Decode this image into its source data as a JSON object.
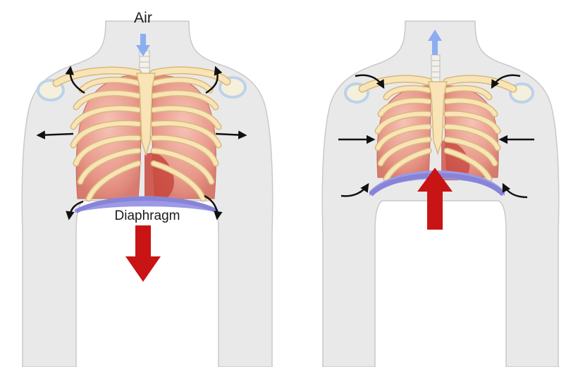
{
  "labels": {
    "air": "Air",
    "diaphragm": "Diaphragm"
  },
  "panels": [
    {
      "id": "inhalation",
      "diaphragm_motion": "down",
      "airflow": "in",
      "rib_motion": "outward"
    },
    {
      "id": "exhalation",
      "diaphragm_motion": "up",
      "airflow": "out",
      "rib_motion": "inward"
    }
  ],
  "colors": {
    "body": "#e9e9ea",
    "body_outline": "#c9c9cc",
    "rib": "#f8e4b6",
    "rib_outline": "#d8b878",
    "lung": "#e79a8c",
    "lung_dark": "#c8463c",
    "diaphragm": "#9c9ae6",
    "motion_arrow": "#c81414",
    "air_arrow": "#8aaef0",
    "rib_arrow": "#111111",
    "shoulder_joint": "#bcd2ea"
  }
}
